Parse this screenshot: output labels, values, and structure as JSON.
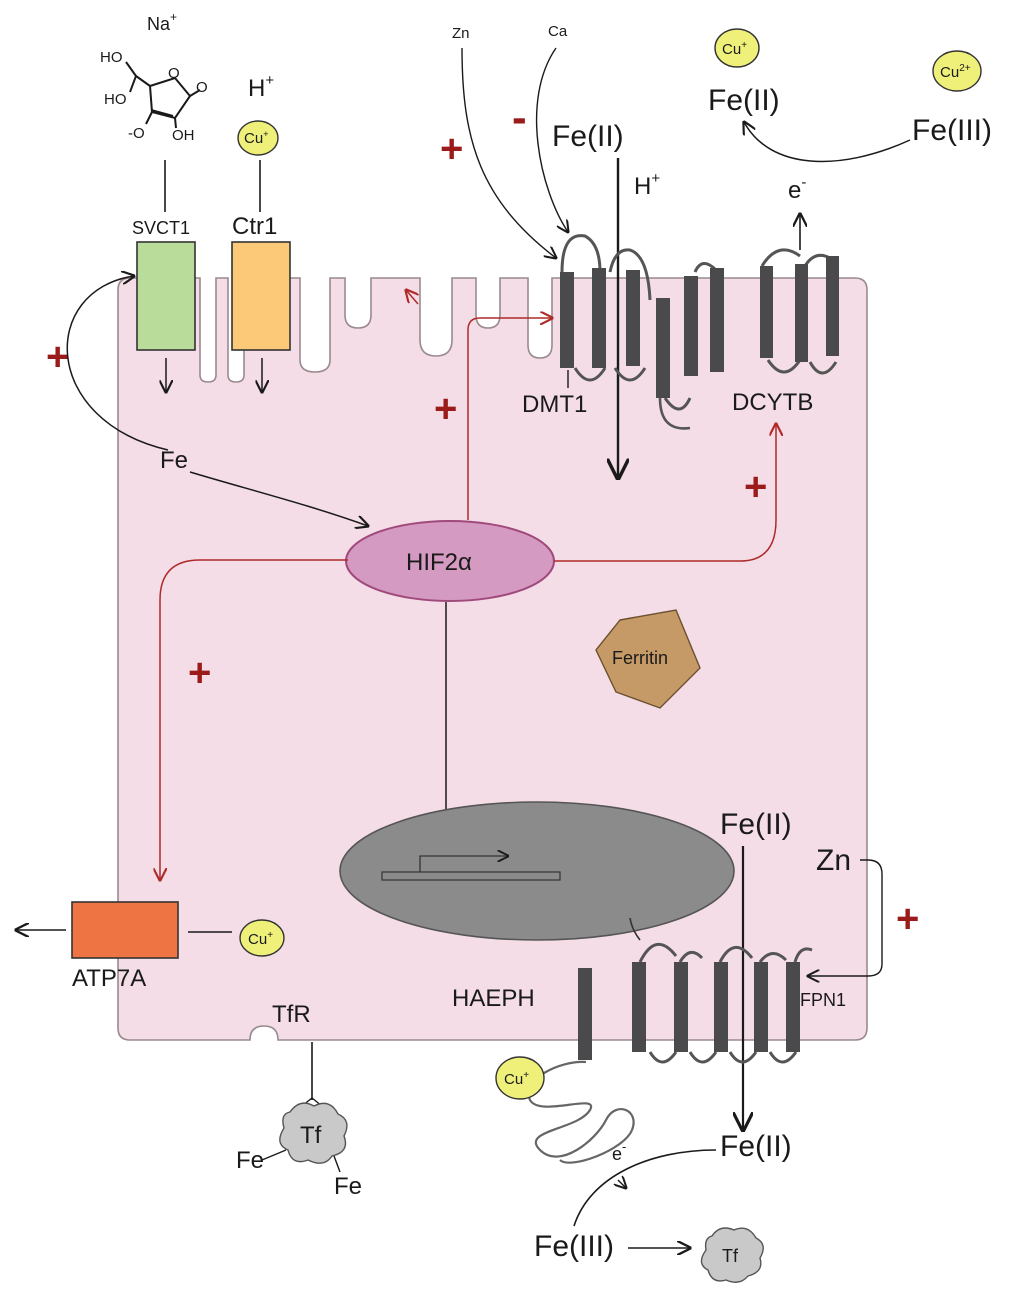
{
  "colors": {
    "cell": "#f4dde6",
    "cell_stroke": "#9a8a90",
    "membrane_protein": "#4a4a4c",
    "svct1": "#b9dc9a",
    "ctr1": "#fbc978",
    "atp7a": "#ee7444",
    "hif": "#d59ac2",
    "nucleus": "#8b8b8b",
    "ferritin": "#c59a66",
    "tf": "#c9c9c9",
    "copper": "#eef07a",
    "red": "#b02a2a"
  },
  "labels": {
    "na": "Na",
    "na_sup": "+",
    "h_top": "H",
    "h_top_sup": "+",
    "svct1": "SVCT1",
    "ctr1": "Ctr1",
    "zn_top": "Zn",
    "ca": "Ca",
    "fe2_dmt1": "Fe(II)",
    "h_dmt1": "H",
    "h_dmt1_sup": "+",
    "dmt1": "DMT1",
    "dcytb": "DCYTB",
    "fe2_top_right": "Fe(II)",
    "fe3_top_right": "Fe(III)",
    "e_dcytb": "e",
    "e_sup": "-",
    "fe_cyto": "Fe",
    "hif": "HIF2α",
    "ferritin": "Ferritin",
    "fe2_fpn": "Fe(II)",
    "zn_fpn": "Zn",
    "fpn1": "FPN1",
    "haeph": "HAEPH",
    "atp7a": "ATP7A",
    "tfr": "TfR",
    "tf": "Tf",
    "tf_fe1": "Fe",
    "tf_fe2": "Fe",
    "fe2_bottom": "Fe(II)",
    "fe3_bottom": "Fe(III)",
    "e_bottom": "e",
    "tf_bottom": "Tf",
    "plus": "+",
    "minus": "-"
  },
  "copper_badges": {
    "ctr1": {
      "text": "Cu",
      "sup": "+"
    },
    "top_right_1": {
      "text": "Cu",
      "sup": "+"
    },
    "top_right_2": {
      "text": "Cu",
      "sup": "2+"
    },
    "atp7a": {
      "text": "Cu",
      "sup": "+"
    },
    "haeph": {
      "text": "Cu",
      "sup": "+"
    }
  },
  "ascorbate": {
    "ho1": "HO",
    "ho2": "HO",
    "o_minus": "-O",
    "oh": "OH",
    "o1": "O",
    "o2": "O"
  }
}
